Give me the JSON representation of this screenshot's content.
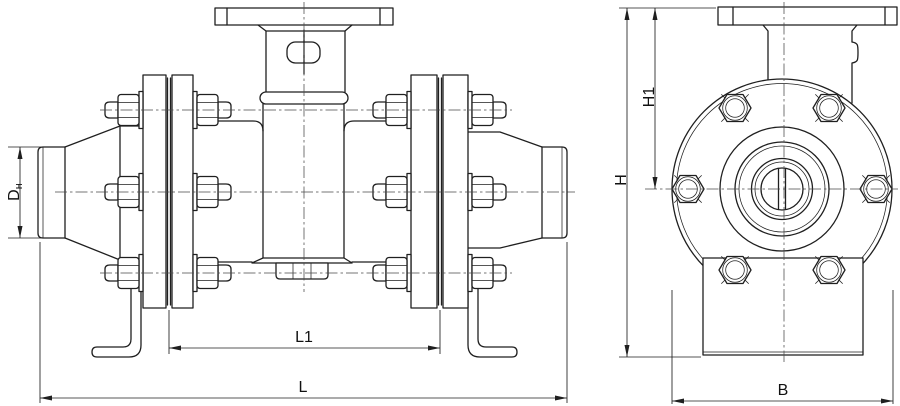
{
  "title": "flanged-valve-technical-drawing",
  "dimensions": {
    "dn_main": "D",
    "dn_sub": "н",
    "l1": "L1",
    "l": "L",
    "h": "H",
    "h1": "H1",
    "b": "B"
  },
  "colors": {
    "line": "#1f1f1f",
    "centerline": "#4a4a4a",
    "background": "#ffffff"
  }
}
